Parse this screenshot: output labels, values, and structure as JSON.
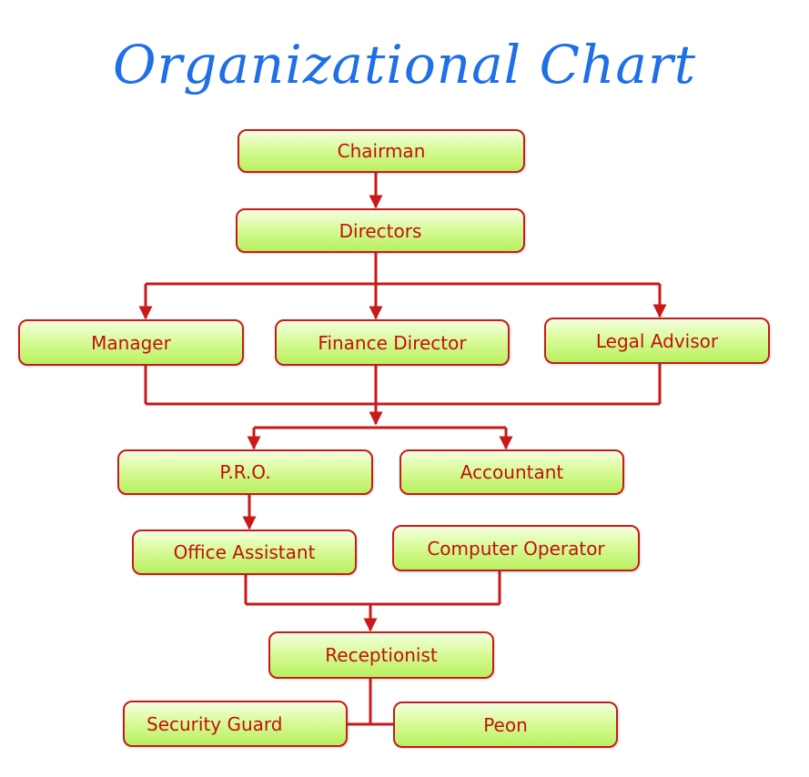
{
  "title": "Organizational Chart",
  "colors": {
    "title": "#1f6fe6",
    "box_border": "#c81a1a",
    "box_fill": "#d9fb99",
    "text": "#c40f0f",
    "connector": "#c81a1a"
  },
  "nodes": {
    "chairman": "Chairman",
    "directors": "Directors",
    "manager": "Manager",
    "finance_director": "Finance Director",
    "legal_advisor": "Legal Advisor",
    "pro": "P.R.O.",
    "accountant": "Accountant",
    "office_assistant": "Office Assistant",
    "computer_operator": "Computer Operator",
    "receptionist": "Receptionist",
    "security_guard": "Security Guard",
    "peon": "Peon"
  }
}
